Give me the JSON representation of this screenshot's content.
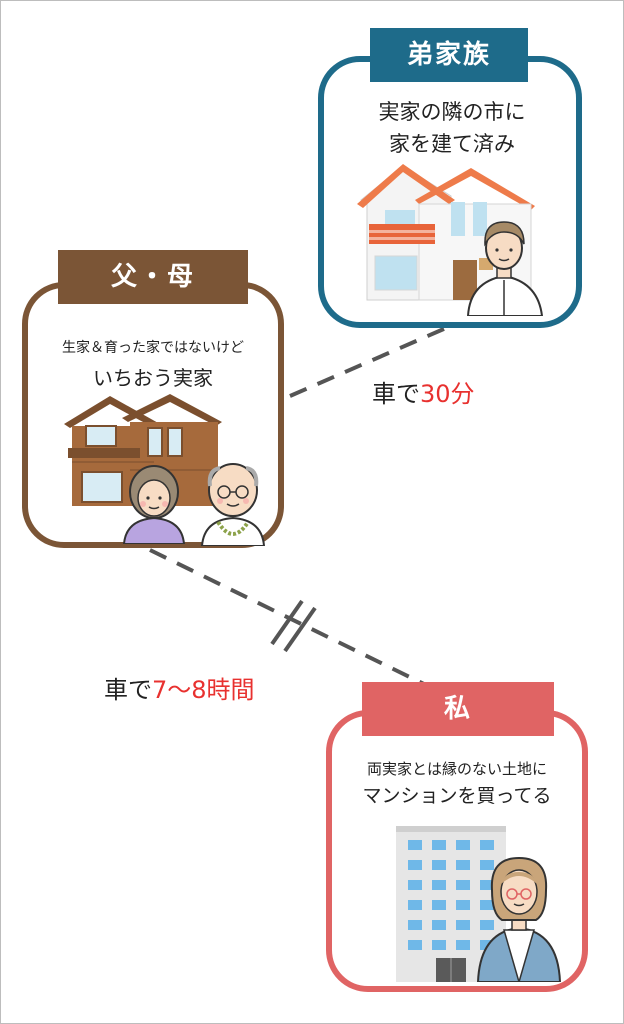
{
  "colors": {
    "brother": "#1e6b8a",
    "parents": "#7b5536",
    "me": "#e06464",
    "highlight": "#e8312f",
    "connector": "#555555"
  },
  "brother": {
    "tag": "弟家族",
    "caption_line1": "実家の隣の市に",
    "caption_line2": "家を建て済み"
  },
  "parents": {
    "tag": "父・母",
    "caption_line1": "生家＆育った家ではないけど",
    "caption_line2": "いちおう実家"
  },
  "me": {
    "tag": "私",
    "caption_line1": "両実家とは縁のない土地に",
    "caption_line2": "マンションを買ってる"
  },
  "travel_short": {
    "prefix": "車で",
    "value": "30分"
  },
  "travel_long": {
    "prefix": "車で",
    "value": "7～8時間"
  },
  "icons": [
    "house-icon",
    "man-icon",
    "old-woman-icon",
    "old-man-icon",
    "apartment-building-icon",
    "woman-icon",
    "broken-connection-icon"
  ]
}
